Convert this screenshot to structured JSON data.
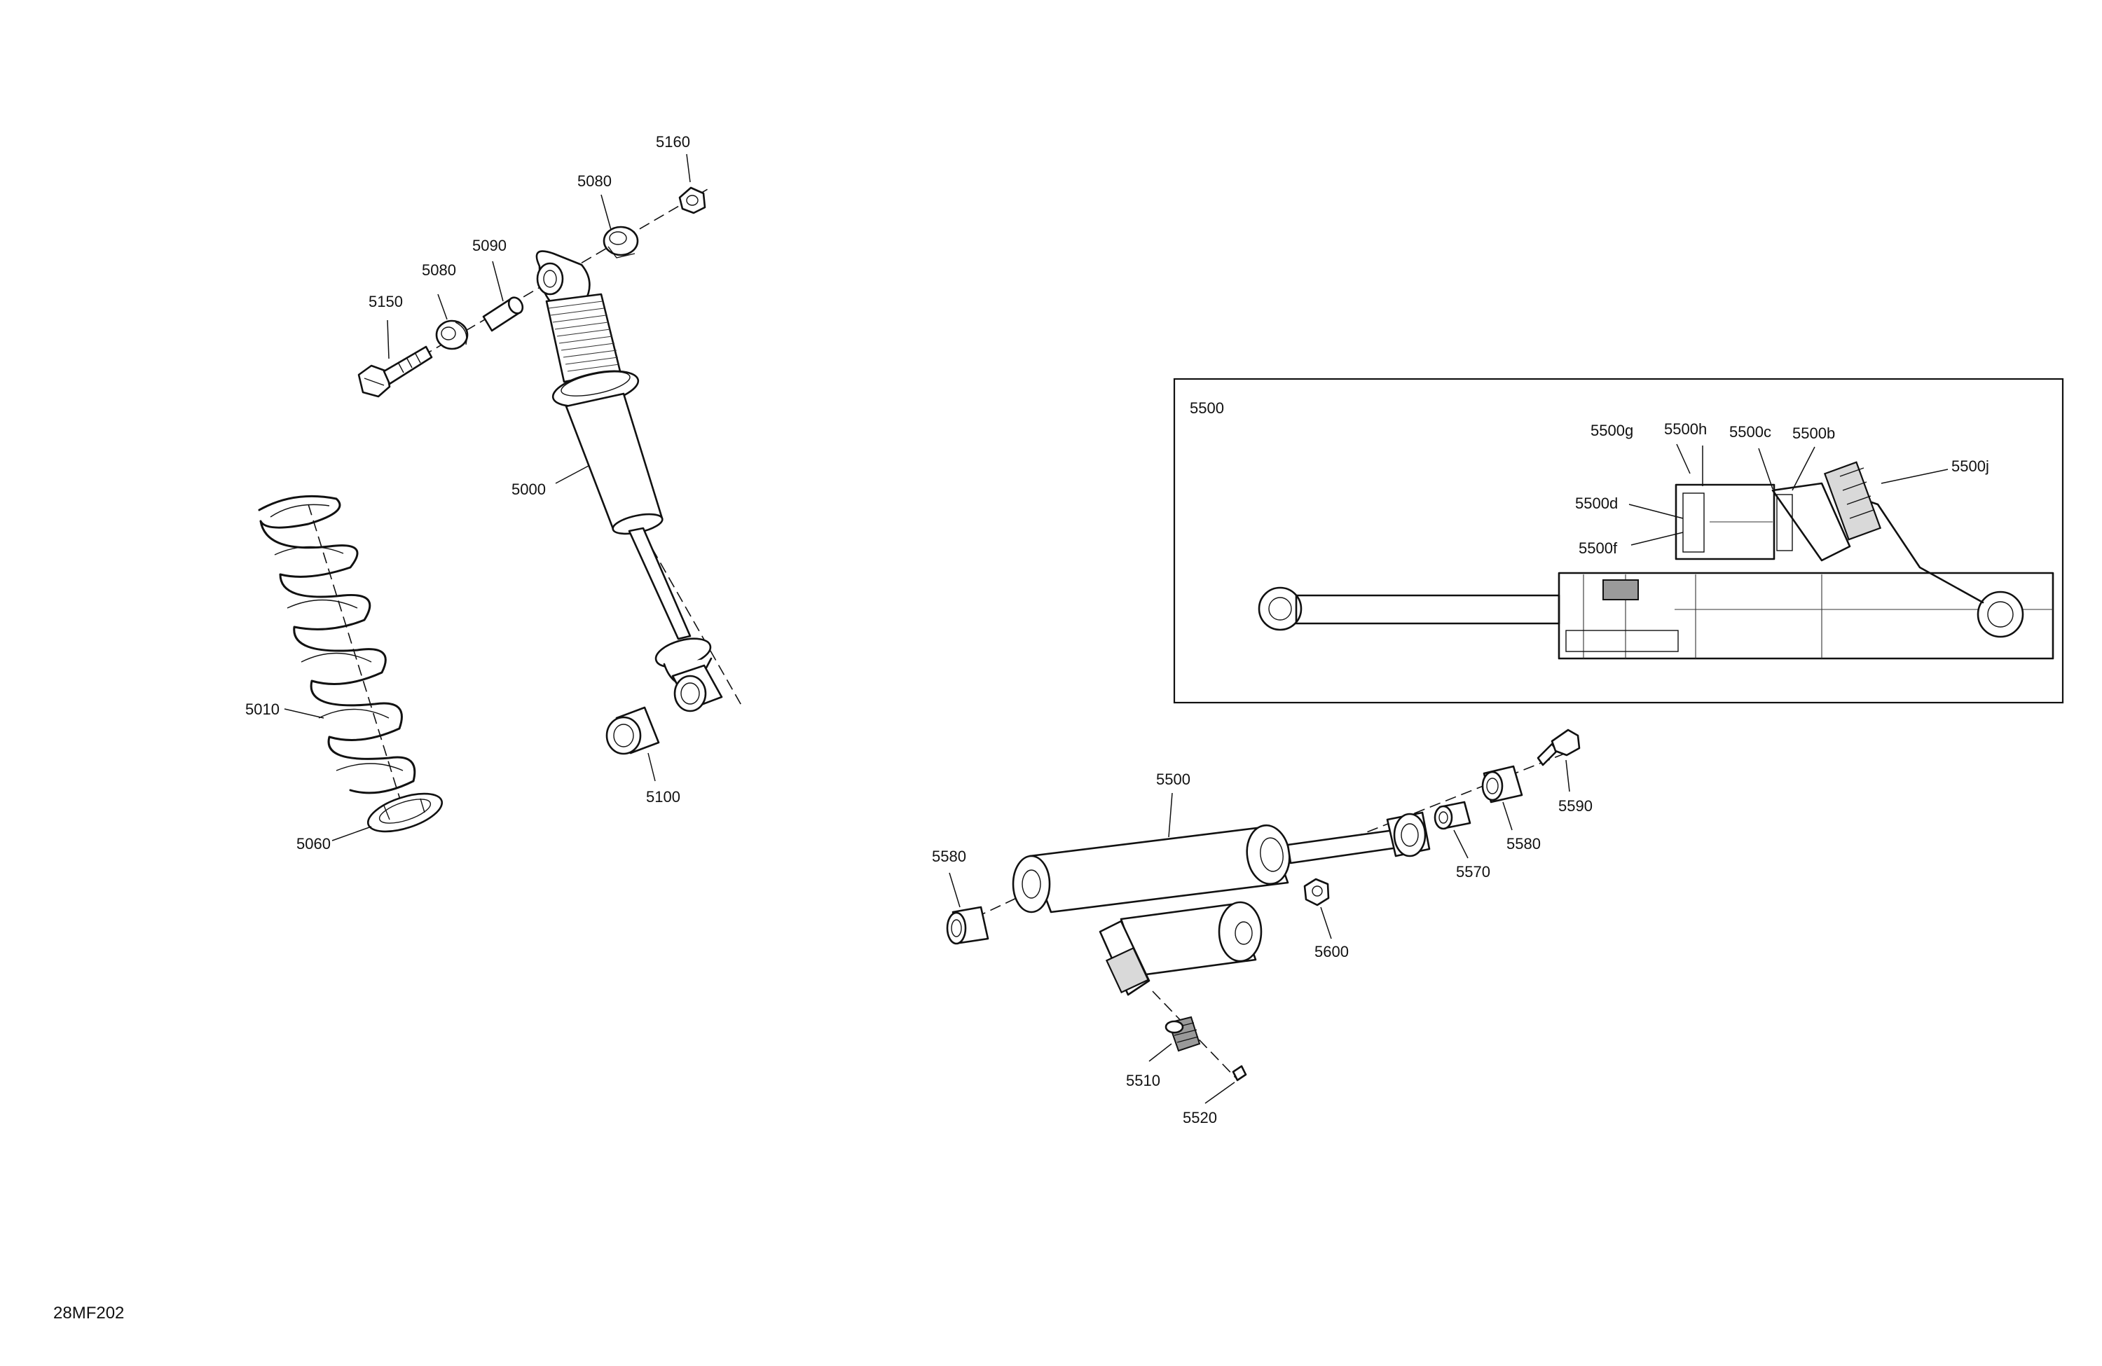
{
  "drawing_code": "28MF202",
  "detail_inset": {
    "title": "5500",
    "callouts": {
      "c5500g": "5500g",
      "c5500h": "5500h",
      "c5500c": "5500c",
      "c5500b": "5500b",
      "c5500j": "5500j",
      "c5500d": "5500d",
      "c5500f": "5500f"
    }
  },
  "callouts": {
    "c5160": "5160",
    "c5080_top": "5080",
    "c5090": "5090",
    "c5080_left": "5080",
    "c5150": "5150",
    "c5000": "5000",
    "c5010": "5010",
    "c5060": "5060",
    "c5100": "5100",
    "c5500": "5500",
    "c5580_left": "5580",
    "c5600": "5600",
    "c5570": "5570",
    "c5580_right": "5580",
    "c5590": "5590",
    "c5510": "5510",
    "c5520": "5520"
  }
}
